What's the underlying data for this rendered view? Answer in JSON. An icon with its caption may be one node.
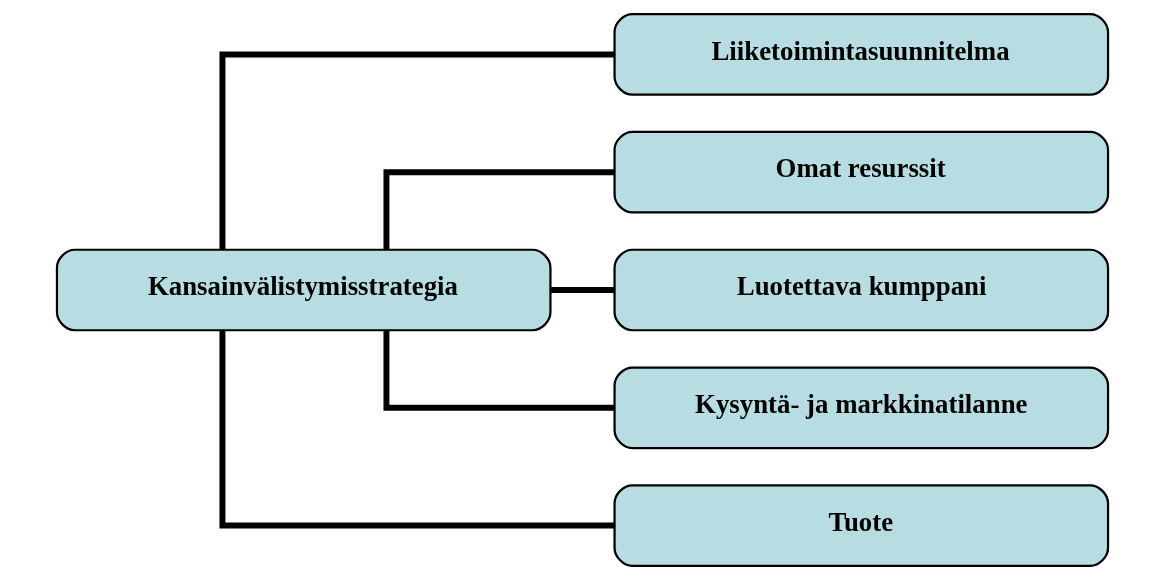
{
  "diagram": {
    "nodes": [
      {
        "text": [
          "Kansainvälistymisstrategia"
        ]
      },
      {
        "text": [
          "Liiketoimintasuunnitelma"
        ]
      },
      {
        "text": [
          "Omat resurssit"
        ]
      },
      {
        "text": [
          "Luotettava kumppani"
        ]
      },
      {
        "text": [
          "Kysyntä- ja markkinatilanne"
        ]
      },
      {
        "text": [
          "Tuote"
        ]
      }
    ],
    "edges": [
      {
        "from": 0,
        "to": 1,
        "arrow": "none"
      },
      {
        "from": 0,
        "to": 2,
        "arrow": "none"
      },
      {
        "from": 0,
        "to": 3,
        "arrow": "none"
      },
      {
        "from": 0,
        "to": 4,
        "arrow": "none"
      },
      {
        "from": 0,
        "to": 5,
        "arrow": "none"
      }
    ]
  }
}
